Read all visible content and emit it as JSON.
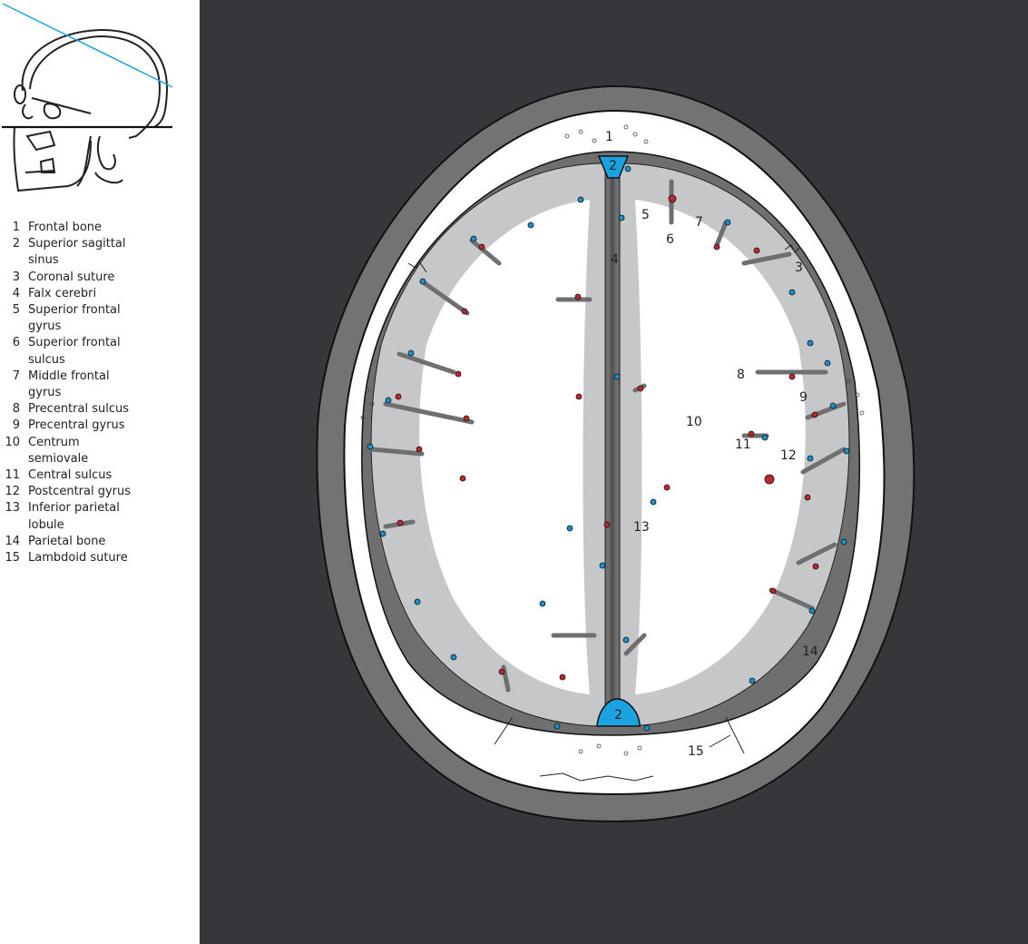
{
  "title": "Axial section through the cerebrum at the level of the centrum semiovale",
  "legend": [
    {
      "n": "1",
      "label": "Frontal bone"
    },
    {
      "n": "2",
      "label": "Superior sagittal sinus"
    },
    {
      "n": "3",
      "label": "Coronal suture"
    },
    {
      "n": "4",
      "label": "Falx cerebri"
    },
    {
      "n": "5",
      "label": "Superior frontal gyrus"
    },
    {
      "n": "6",
      "label": "Superior frontal sulcus"
    },
    {
      "n": "7",
      "label": "Middle frontal gyrus"
    },
    {
      "n": "8",
      "label": "Precentral sulcus"
    },
    {
      "n": "9",
      "label": "Precentral gyrus"
    },
    {
      "n": "10",
      "label": "Centrum semiovale"
    },
    {
      "n": "11",
      "label": "Central sulcus"
    },
    {
      "n": "12",
      "label": "Postcentral gyrus"
    },
    {
      "n": "13",
      "label": "Inferior parietal lobule"
    },
    {
      "n": "14",
      "label": "Parietal bone"
    },
    {
      "n": "15",
      "label": "Lambdoid suture"
    }
  ],
  "markers": {
    "m1": "1",
    "m2a": "2",
    "m2b": "2",
    "m3": "3",
    "m4": "4",
    "m5": "5",
    "m6": "6",
    "m7": "7",
    "m8": "8",
    "m9": "9",
    "m10": "10",
    "m11": "11",
    "m12": "12",
    "m13": "13",
    "m14": "14",
    "m15": "15"
  },
  "colors": {
    "background": "#36373b",
    "scalp": "#737373",
    "bone": "#ffffff",
    "meninges": "#6f6f6f",
    "gray_matter": "#c6c7c9",
    "white_matter": "#ffffff",
    "sinus": "#1aa3e0",
    "vein": "#1a8fd0",
    "artery": "#c0272d",
    "plane_line": "#1aa3e0"
  }
}
